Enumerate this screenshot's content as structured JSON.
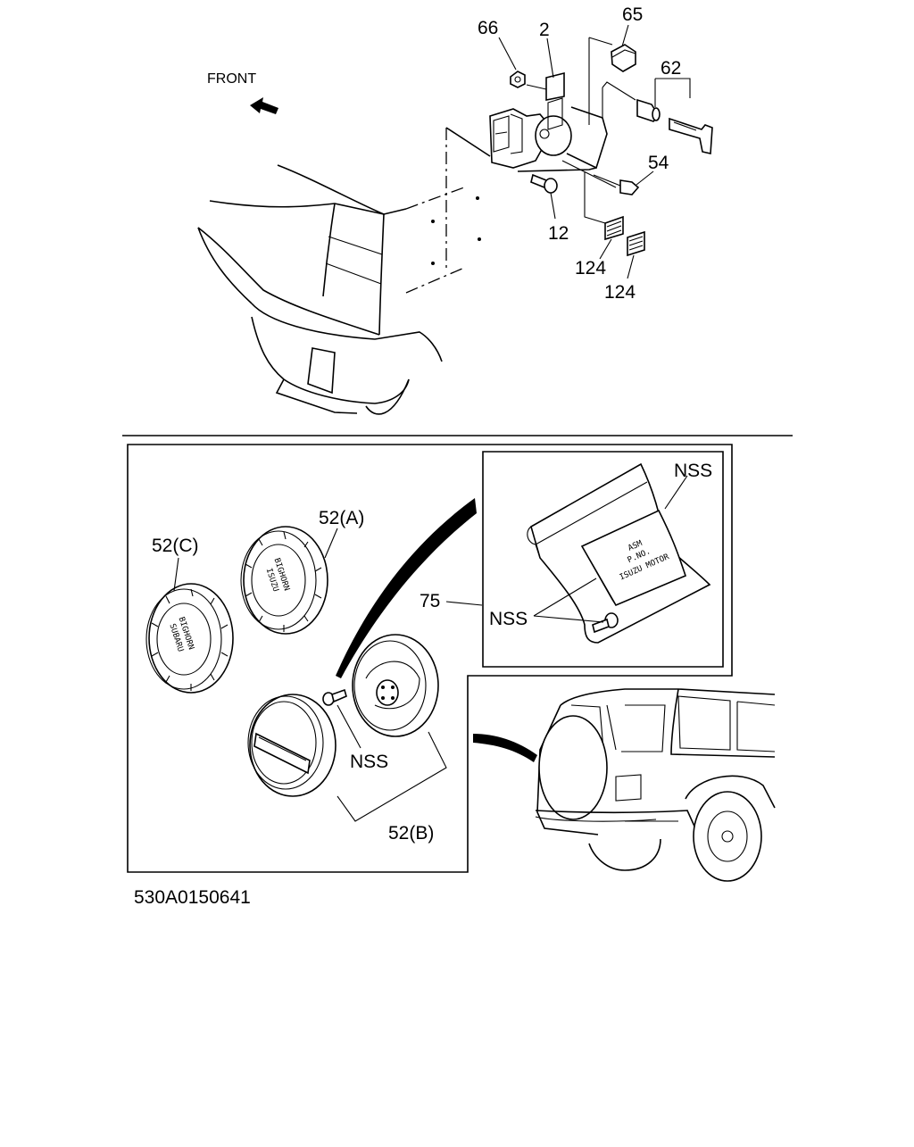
{
  "diagram": {
    "front_label": "FRONT",
    "callouts": {
      "c66": "66",
      "c2": "2",
      "c65": "65",
      "c62": "62",
      "c54": "54",
      "c12": "12",
      "c124a": "124",
      "c124b": "124",
      "c52c": "52(C)",
      "c52a": "52(A)",
      "c52b": "52(B)",
      "c75": "75",
      "nss_top": "NSS",
      "nss_mid": "NSS",
      "nss_bottom": "NSS"
    },
    "cover_texts": {
      "cover_a_line1": "BIGHORN",
      "cover_a_line2": "ISUZU",
      "cover_c_line1": "BIGHORN",
      "cover_c_line2": "SUBARU"
    },
    "plate_texts": {
      "asm": "ASM",
      "pno": "P.NO.",
      "maker": "ISUZU MOTOR"
    },
    "figure_code": "530A0150641"
  }
}
